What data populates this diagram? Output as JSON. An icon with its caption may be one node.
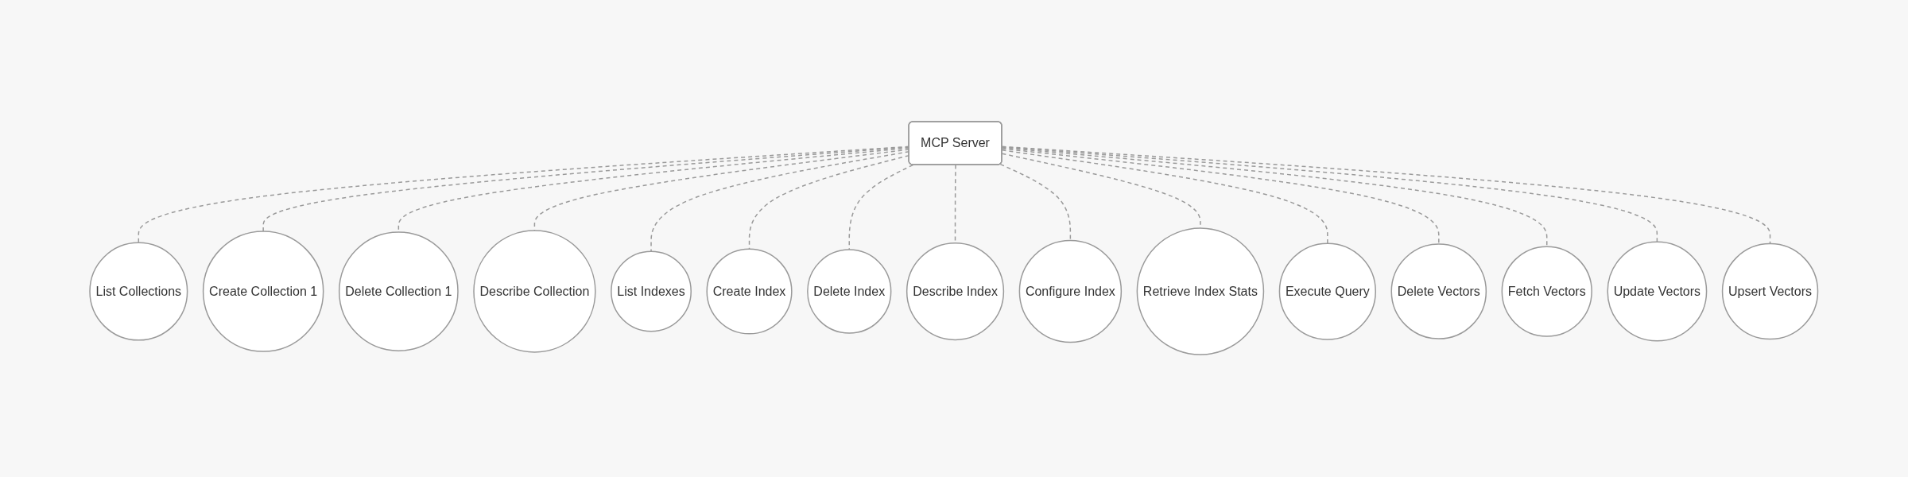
{
  "diagram": {
    "nodes": [
      {
        "text": [
          "MCP Server"
        ]
      },
      {
        "text": [
          "List Collections"
        ]
      },
      {
        "text": [
          "Create Collection 1"
        ]
      },
      {
        "text": [
          "Delete Collection 1"
        ]
      },
      {
        "text": [
          "Describe Collection"
        ]
      },
      {
        "text": [
          "List Indexes"
        ]
      },
      {
        "text": [
          "Create Index"
        ]
      },
      {
        "text": [
          "Delete Index"
        ]
      },
      {
        "text": [
          "Describe Index"
        ]
      },
      {
        "text": [
          "Configure Index"
        ]
      },
      {
        "text": [
          "Retrieve Index Stats"
        ]
      },
      {
        "text": [
          "Execute Query"
        ]
      },
      {
        "text": [
          "Delete Vectors"
        ]
      },
      {
        "text": [
          "Fetch Vectors"
        ]
      },
      {
        "text": [
          "Update Vectors"
        ]
      },
      {
        "text": [
          "Upsert Vectors"
        ]
      }
    ],
    "edges": [
      {
        "from": 0,
        "to": 1,
        "arrow": "none",
        "style": "dashed"
      },
      {
        "from": 0,
        "to": 2,
        "arrow": "none",
        "style": "dashed"
      },
      {
        "from": 0,
        "to": 3,
        "arrow": "none",
        "style": "dashed"
      },
      {
        "from": 0,
        "to": 4,
        "arrow": "none",
        "style": "dashed"
      },
      {
        "from": 0,
        "to": 5,
        "arrow": "none",
        "style": "dashed"
      },
      {
        "from": 0,
        "to": 6,
        "arrow": "none",
        "style": "dashed"
      },
      {
        "from": 0,
        "to": 7,
        "arrow": "none",
        "style": "dashed"
      },
      {
        "from": 0,
        "to": 8,
        "arrow": "none",
        "style": "dashed"
      },
      {
        "from": 0,
        "to": 9,
        "arrow": "none",
        "style": "dashed"
      },
      {
        "from": 0,
        "to": 10,
        "arrow": "none",
        "style": "dashed"
      },
      {
        "from": 0,
        "to": 11,
        "arrow": "none",
        "style": "dashed"
      },
      {
        "from": 0,
        "to": 12,
        "arrow": "none",
        "style": "dashed"
      },
      {
        "from": 0,
        "to": 13,
        "arrow": "none",
        "style": "dashed"
      },
      {
        "from": 0,
        "to": 14,
        "arrow": "none",
        "style": "dashed"
      },
      {
        "from": 0,
        "to": 15,
        "arrow": "none",
        "style": "dashed"
      }
    ]
  }
}
